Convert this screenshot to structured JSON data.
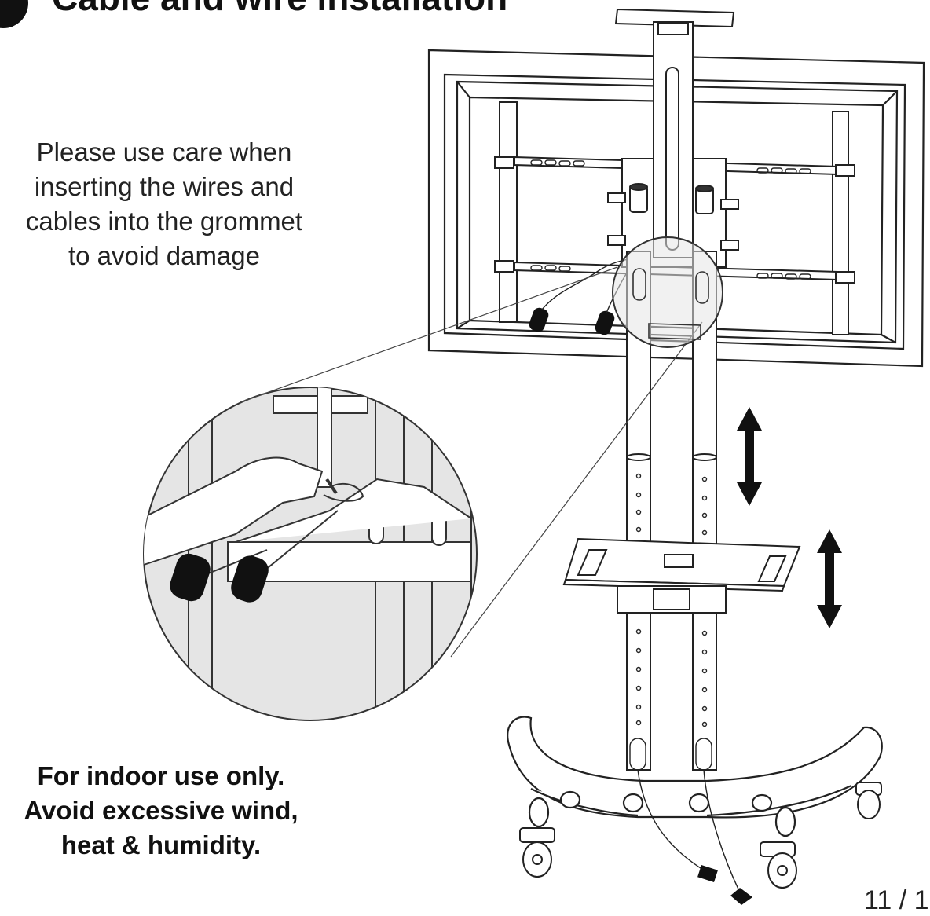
{
  "section": {
    "title": "Cable and wire installation"
  },
  "instructions": {
    "care_lines": [
      "Please use care when",
      "inserting the wires and",
      "cables into the grommet",
      "to avoid damage"
    ],
    "warning_lines": [
      "For indoor use only.",
      "Avoid excessive wind,",
      "heat & humidity."
    ]
  },
  "footer": {
    "page_number": "11 / 1"
  },
  "icons": {
    "step_bullet": "filled-circle",
    "height_arrow": "double-arrow-vertical",
    "shelf_arrow": "double-arrow-vertical"
  }
}
